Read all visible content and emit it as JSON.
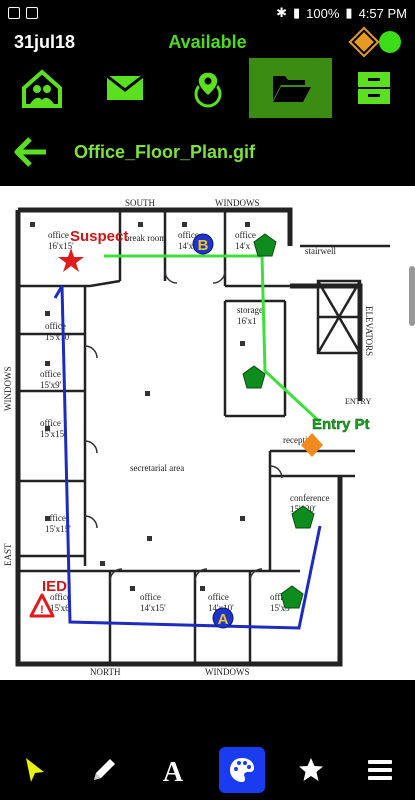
{
  "statusbar": {
    "battery": "100%",
    "time": "4:57 PM"
  },
  "header": {
    "date": "31jul18",
    "status": "Available"
  },
  "tabs": [
    {
      "name": "contacts-icon",
      "active": false
    },
    {
      "name": "messages-icon",
      "active": false
    },
    {
      "name": "map-icon",
      "active": false
    },
    {
      "name": "folder-icon",
      "active": true
    },
    {
      "name": "cabinet-icon",
      "active": false
    }
  ],
  "file": {
    "name": "Office_Floor_Plan.gif"
  },
  "plan": {
    "labels": {
      "south": "SOUTH",
      "windows_top": "WINDOWS",
      "north": "NORTH",
      "windows_bottom": "WINDOWS",
      "windows_left": "WINDOWS",
      "east": "EAST",
      "stairwell": "stairwell",
      "elevators": "ELEVATORS",
      "entry": "ENTRY",
      "secretarial": "secretarial area",
      "conference": "conference",
      "storage": "storage",
      "reception": "reception",
      "break": "break room",
      "storage_size": "16'x1",
      "conference_size": "15'x20'"
    },
    "rooms": [
      {
        "label": "office",
        "size": "16'x15'"
      },
      {
        "label": "office",
        "size": "15'x10'"
      },
      {
        "label": "office",
        "size": "15'x9'"
      },
      {
        "label": "office",
        "size": "15'x15'"
      },
      {
        "label": "office",
        "size": "15'x15'"
      },
      {
        "label": "office",
        "size": "15'x6'"
      },
      {
        "label": "office",
        "size": "14'x15'"
      },
      {
        "label": "office",
        "size": "14'x10'"
      },
      {
        "label": "office",
        "size": "15'x5'"
      },
      {
        "label": "office",
        "size": "14'x"
      },
      {
        "label": "office",
        "size": "14'x"
      }
    ],
    "markers": {
      "suspect": "Suspect",
      "entry_pt": "Entry Pt",
      "ied": "IED",
      "marker_a": "A",
      "marker_b": "B"
    },
    "colors": {
      "green_path": "#3de03a",
      "blue_path": "#1d2bbf",
      "suspect": "#e01b1b",
      "pentagon": "#0e8c1d",
      "diamond": "#f08a1c",
      "circle": "#1f35c9"
    }
  },
  "toolbar": [
    {
      "name": "select-arrow-icon",
      "active": false
    },
    {
      "name": "pencil-icon",
      "active": false
    },
    {
      "name": "text-icon",
      "label": "A",
      "active": false
    },
    {
      "name": "palette-icon",
      "active": true
    },
    {
      "name": "star-icon",
      "active": false
    },
    {
      "name": "menu-icon",
      "active": false
    }
  ]
}
